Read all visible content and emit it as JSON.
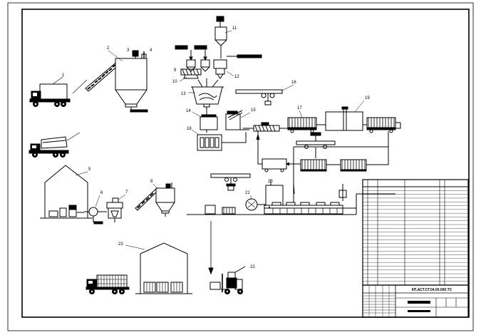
{
  "drawing": {
    "equipment_numbers": [
      "1",
      "2",
      "3",
      "4",
      "5",
      "6",
      "7",
      "8",
      "9",
      "10",
      "11",
      "12",
      "13",
      "14",
      "15",
      "16",
      "17",
      "18",
      "19",
      "20",
      "21",
      "22",
      "23"
    ]
  },
  "title_block": {
    "code": "КП.АСТ.СТ.04.00.000.ТС"
  }
}
